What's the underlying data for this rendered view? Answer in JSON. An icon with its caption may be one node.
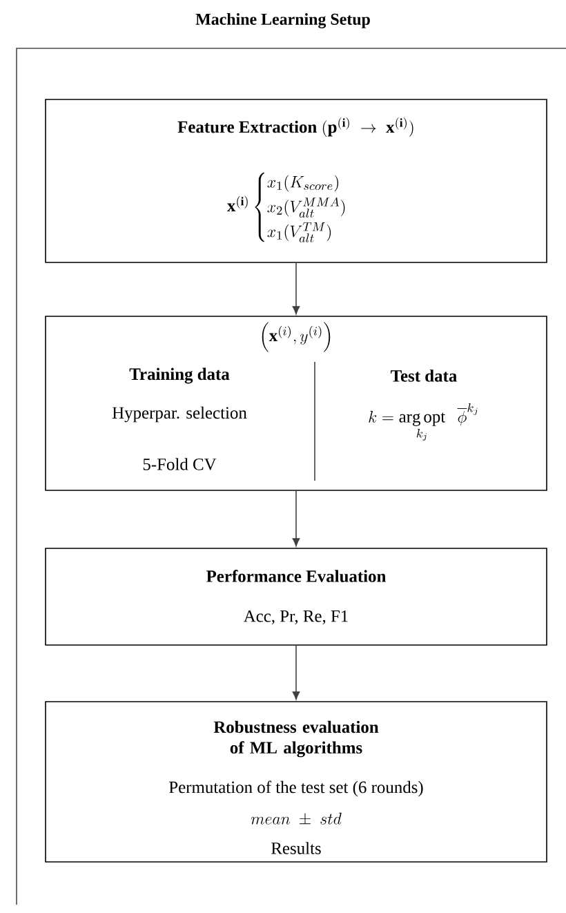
{
  "diagram": {
    "title": "Machine Learning Setup",
    "nodes": [
      {
        "text": [
          "Feature Extraction",
          "(\\mathbf{p}^{(\\mathbf{i})} \\;\\rightarrow\\; \\mathbf{x}^{(\\mathbf{i})})",
          "\\mathbf{x}^{(\\mathbf{i})} \\begin{cases} x_1(K_{score}) \\\\ x_2(V_{alt}^{MMA}) \\\\ x_1(V_{alt}^{TM}) \\end{cases}"
        ]
      },
      {
        "text": [
          "\\left(\\mathbf{x}^{(i)}, y^{(i)}\\right)",
          "Training data",
          "Hyperpar. selection",
          "5-Fold CV",
          "Test data",
          "k = \\mathop{\\mathrm{arg\\,opt}}\\limits_{k_j} \\;\\; \\overline{\\phi}^{k_j}"
        ]
      },
      {
        "text": [
          "Performance Evaluation",
          "Acc, Pr, Re, F1"
        ]
      },
      {
        "text": [
          "Robustness evaluation of ML algorithms",
          "Permutation of the test set (6 rounds)",
          "mean \\;\\pm\\; std",
          "Results"
        ]
      }
    ],
    "edges": [
      {
        "from": 0,
        "to": 1,
        "arrow": "to"
      },
      {
        "from": 1,
        "to": 2,
        "arrow": "to"
      },
      {
        "from": 2,
        "to": 3,
        "arrow": "to"
      }
    ]
  }
}
